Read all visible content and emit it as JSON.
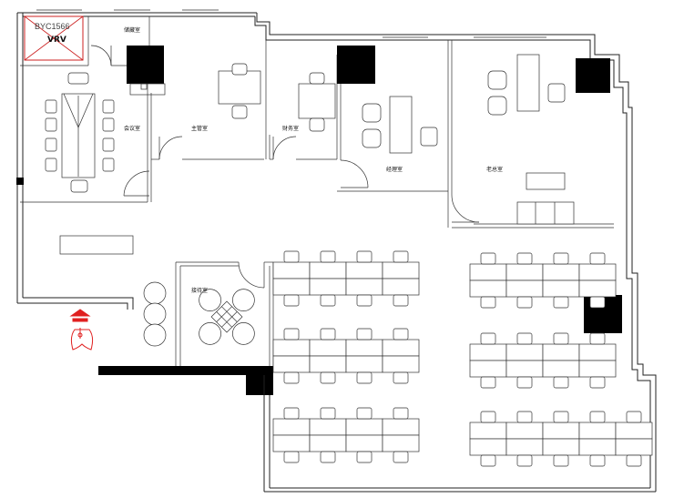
{
  "rooms": {
    "storage": "储藏室",
    "meeting": "会议室",
    "supervisor": "主管室",
    "finance": "财务室",
    "manager": "经理室",
    "boss": "老总室",
    "reception": "接待室"
  },
  "vrv_box": {
    "code": "BYC1566",
    "label": "VRV"
  },
  "colors": {
    "wall": "#222222",
    "pillar": "#000000",
    "fire_symbol": "#e02020",
    "vrv_cross": "#cc2222"
  },
  "icons": [
    "fire-extinguisher-icon",
    "door-swing-icon"
  ]
}
